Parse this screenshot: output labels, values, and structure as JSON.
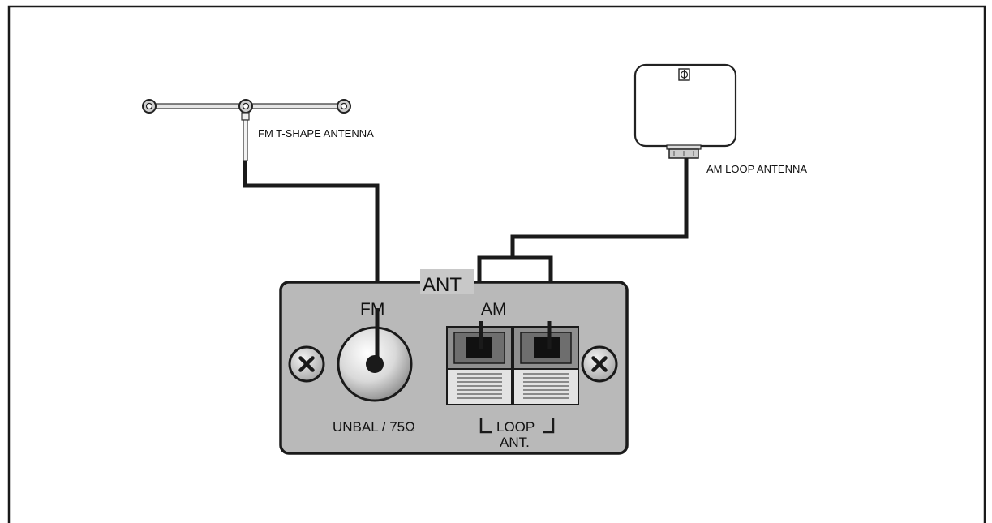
{
  "labels": {
    "fm_antenna": "FM T-SHAPE ANTENNA",
    "am_antenna": "AM LOOP ANTENNA",
    "ant": "ANT",
    "fm": "FM",
    "am": "AM",
    "unbal": "UNBAL / 75Ω",
    "loop": "LOOP",
    "loop_ant": "ANT."
  },
  "colors": {
    "panel": "#b9b9b9",
    "wire": "#1a1a1a",
    "ant_highlight": "#c8c8c8"
  }
}
